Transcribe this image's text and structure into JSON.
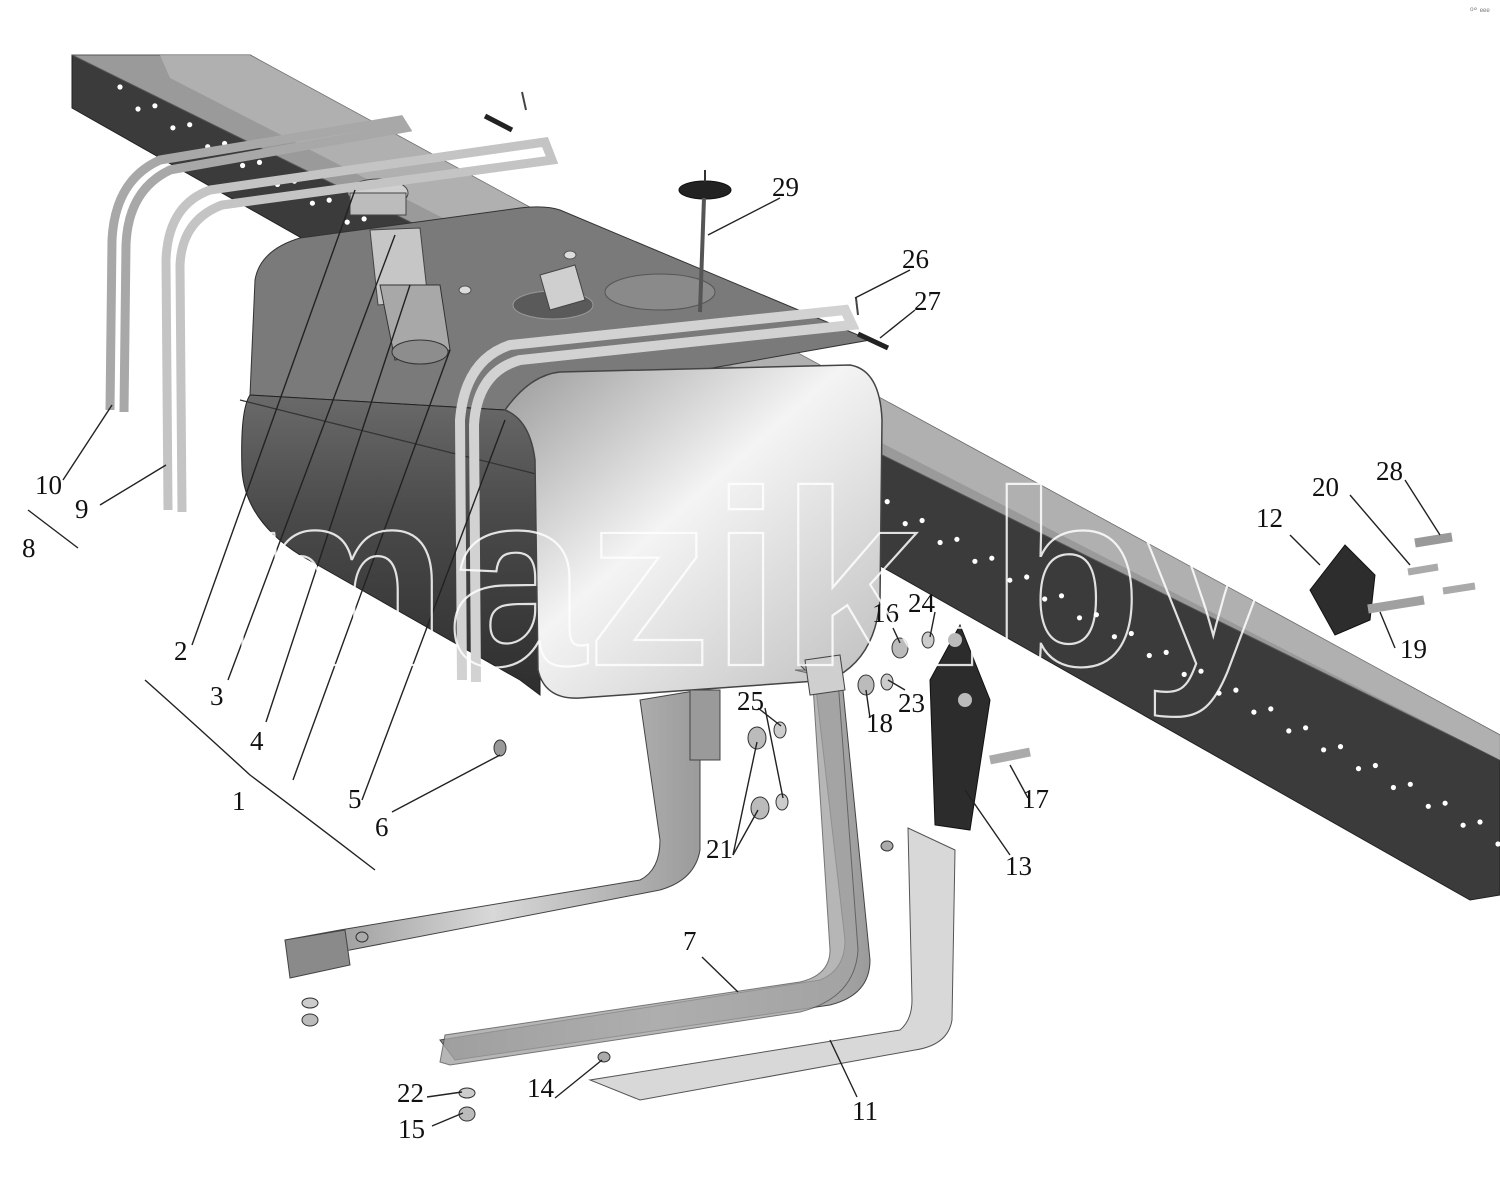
{
  "watermark": "mazik.by",
  "corner_mark": "⁰° ᵉᵉᵉ",
  "callouts": [
    {
      "id": "1",
      "text": "1"
    },
    {
      "id": "2",
      "text": "2"
    },
    {
      "id": "3",
      "text": "3"
    },
    {
      "id": "4",
      "text": "4"
    },
    {
      "id": "5",
      "text": "5"
    },
    {
      "id": "6",
      "text": "6"
    },
    {
      "id": "7",
      "text": "7"
    },
    {
      "id": "8",
      "text": "8"
    },
    {
      "id": "9",
      "text": "9"
    },
    {
      "id": "10",
      "text": "10"
    },
    {
      "id": "11",
      "text": "11"
    },
    {
      "id": "12",
      "text": "12"
    },
    {
      "id": "13",
      "text": "13"
    },
    {
      "id": "14",
      "text": "14"
    },
    {
      "id": "15",
      "text": "15"
    },
    {
      "id": "16",
      "text": "16"
    },
    {
      "id": "17",
      "text": "17"
    },
    {
      "id": "18",
      "text": "18"
    },
    {
      "id": "19",
      "text": "19"
    },
    {
      "id": "20",
      "text": "20"
    },
    {
      "id": "21",
      "text": "21"
    },
    {
      "id": "22",
      "text": "22"
    },
    {
      "id": "23",
      "text": "23"
    },
    {
      "id": "24",
      "text": "24"
    },
    {
      "id": "25",
      "text": "25"
    },
    {
      "id": "26",
      "text": "26"
    },
    {
      "id": "27",
      "text": "27"
    },
    {
      "id": "28",
      "text": "28"
    },
    {
      "id": "29",
      "text": "29"
    }
  ],
  "colors": {
    "frame_rail": "#3a3a3a",
    "tank_body": "#4e4e4e",
    "tank_end": "#c9c9c9",
    "bracket": "#b5b5b5",
    "strap": "#d4d4d4"
  }
}
